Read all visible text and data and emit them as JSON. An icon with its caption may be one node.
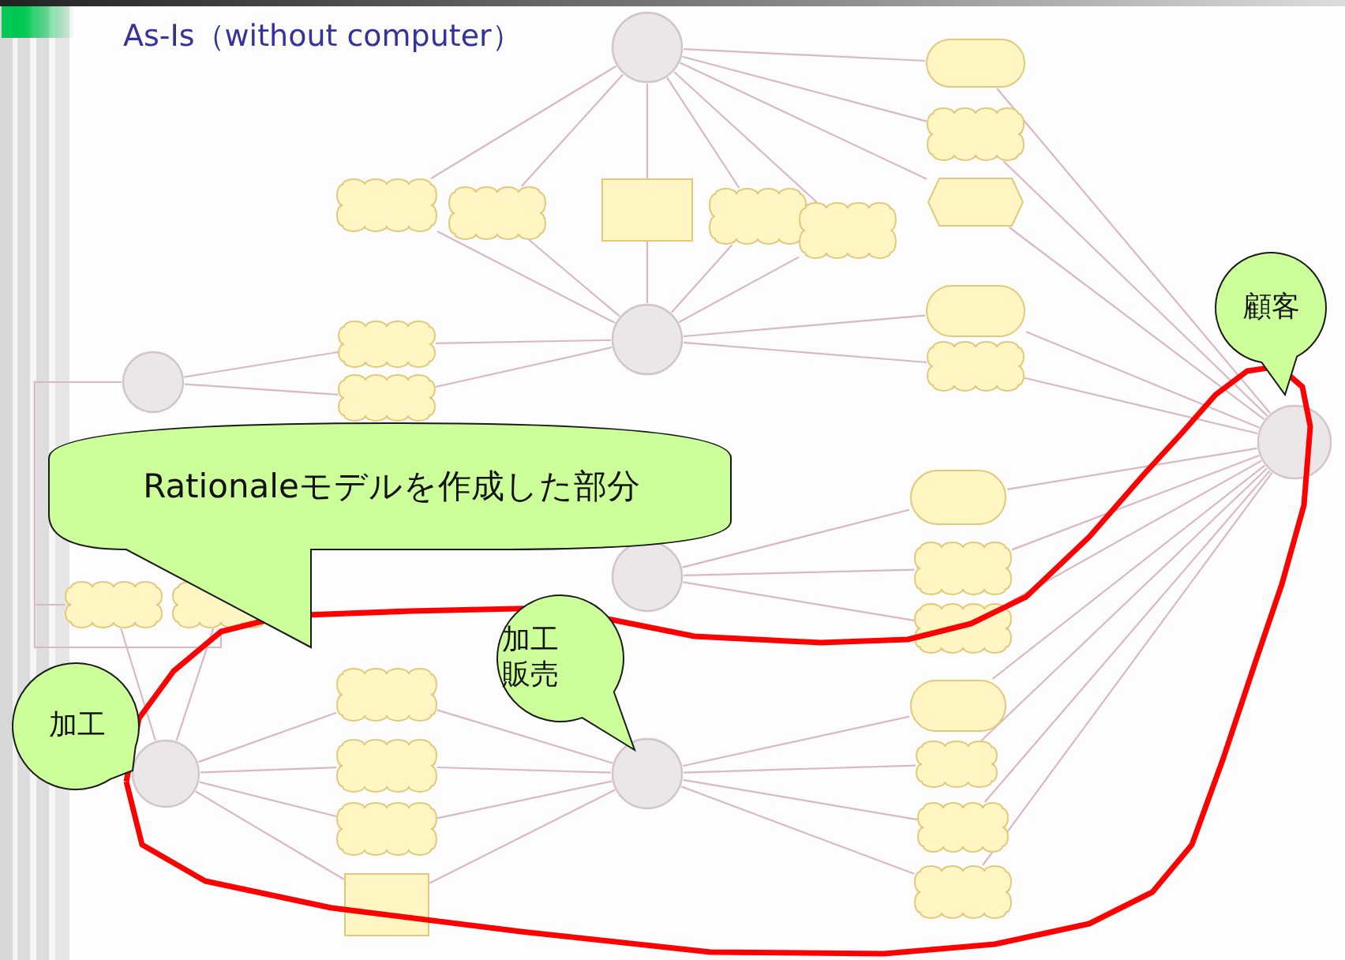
{
  "diagram": {
    "title": "As-Is（without computer）",
    "nodes": [
      {
        "text": [],
        "shape": "circle"
      },
      {
        "text": [],
        "shape": "ellipse"
      },
      {
        "text": [],
        "shape": "cloud"
      },
      {
        "text": [],
        "shape": "hexagon"
      },
      {
        "text": [],
        "shape": "cloud"
      },
      {
        "text": [],
        "shape": "cloud"
      },
      {
        "text": [],
        "shape": "box"
      },
      {
        "text": [],
        "shape": "cloud"
      },
      {
        "text": [],
        "shape": "cloud"
      },
      {
        "text": [],
        "shape": "ellipse"
      },
      {
        "text": [],
        "shape": "circle"
      },
      {
        "text": [],
        "shape": "cloud"
      },
      {
        "text": [],
        "shape": "cloud"
      },
      {
        "text": [],
        "shape": "cloud"
      },
      {
        "text": [],
        "shape": "circle"
      },
      {
        "text": [],
        "shape": "circle"
      },
      {
        "text": [],
        "shape": "ellipse"
      },
      {
        "text": [],
        "shape": "circle"
      },
      {
        "text": [],
        "shape": "cloud"
      },
      {
        "text": [],
        "shape": "cloud"
      },
      {
        "text": [],
        "shape": "cloud"
      },
      {
        "text": [],
        "shape": "cloud"
      },
      {
        "text": [],
        "shape": "cloud"
      },
      {
        "text": [],
        "shape": "ellipse"
      },
      {
        "text": [],
        "shape": "circle"
      },
      {
        "text": [],
        "shape": "circle"
      },
      {
        "text": [],
        "shape": "cloud"
      },
      {
        "text": [],
        "shape": "cloud"
      },
      {
        "text": [],
        "shape": "cloud"
      },
      {
        "text": [],
        "shape": "cloud"
      },
      {
        "text": [],
        "shape": "cloud"
      },
      {
        "text": [],
        "shape": "box"
      },
      {
        "text": [
          "Rationaleモデルを作成した部分"
        ]
      },
      {
        "text": [
          "顧客"
        ]
      },
      {
        "text": [
          "加工販売"
        ]
      },
      {
        "text": [
          "加工"
        ]
      }
    ],
    "edges": [
      {
        "from": 0,
        "to": 1,
        "arrow": "none"
      },
      {
        "from": 0,
        "to": 2,
        "arrow": "none"
      },
      {
        "from": 0,
        "to": 3,
        "arrow": "none"
      },
      {
        "from": 0,
        "to": 4,
        "arrow": "none"
      },
      {
        "from": 0,
        "to": 5,
        "arrow": "none"
      },
      {
        "from": 0,
        "to": 6,
        "arrow": "none"
      },
      {
        "from": 0,
        "to": 7,
        "arrow": "none"
      },
      {
        "from": 0,
        "to": 8,
        "arrow": "none"
      },
      {
        "from": 4,
        "to": 10,
        "arrow": "none"
      },
      {
        "from": 5,
        "to": 10,
        "arrow": "none"
      },
      {
        "from": 6,
        "to": 10,
        "arrow": "none"
      },
      {
        "from": 7,
        "to": 10,
        "arrow": "none"
      },
      {
        "from": 8,
        "to": 10,
        "arrow": "none"
      },
      {
        "from": 1,
        "to": 15,
        "arrow": "none"
      },
      {
        "from": 2,
        "to": 15,
        "arrow": "none"
      },
      {
        "from": 3,
        "to": 15,
        "arrow": "none"
      },
      {
        "from": 10,
        "to": 9,
        "arrow": "none"
      },
      {
        "from": 10,
        "to": 12,
        "arrow": "none"
      },
      {
        "from": 9,
        "to": 15,
        "arrow": "none"
      },
      {
        "from": 12,
        "to": 15,
        "arrow": "none"
      },
      {
        "from": 10,
        "to": 11,
        "arrow": "none"
      },
      {
        "from": 10,
        "to": 13,
        "arrow": "none"
      },
      {
        "from": 11,
        "to": 14,
        "arrow": "none"
      },
      {
        "from": 13,
        "to": 14,
        "arrow": "none"
      },
      {
        "from": 14,
        "to": 19,
        "arrow": "none"
      },
      {
        "from": 14,
        "to": 20,
        "arrow": "none"
      },
      {
        "from": 19,
        "to": 24,
        "arrow": "none"
      },
      {
        "from": 20,
        "to": 24,
        "arrow": "none"
      },
      {
        "from": 17,
        "to": 16,
        "arrow": "none"
      },
      {
        "from": 17,
        "to": 18,
        "arrow": "none"
      },
      {
        "from": 17,
        "to": 21,
        "arrow": "none"
      },
      {
        "from": 16,
        "to": 15,
        "arrow": "none"
      },
      {
        "from": 18,
        "to": 15,
        "arrow": "none"
      },
      {
        "from": 21,
        "to": 15,
        "arrow": "none"
      },
      {
        "from": 25,
        "to": 23,
        "arrow": "none"
      },
      {
        "from": 25,
        "to": 27,
        "arrow": "none"
      },
      {
        "from": 25,
        "to": 29,
        "arrow": "none"
      },
      {
        "from": 25,
        "to": 30,
        "arrow": "none"
      },
      {
        "from": 23,
        "to": 15,
        "arrow": "none"
      },
      {
        "from": 27,
        "to": 15,
        "arrow": "none"
      },
      {
        "from": 29,
        "to": 15,
        "arrow": "none"
      },
      {
        "from": 30,
        "to": 15,
        "arrow": "none"
      },
      {
        "from": 24,
        "to": 22,
        "arrow": "none"
      },
      {
        "from": 24,
        "to": 26,
        "arrow": "none"
      },
      {
        "from": 24,
        "to": 28,
        "arrow": "none"
      },
      {
        "from": 24,
        "to": 31,
        "arrow": "none"
      },
      {
        "from": 22,
        "to": 25,
        "arrow": "none"
      },
      {
        "from": 26,
        "to": 25,
        "arrow": "none"
      },
      {
        "from": 28,
        "to": 25,
        "arrow": "none"
      },
      {
        "from": 31,
        "to": 25,
        "arrow": "none"
      }
    ]
  }
}
